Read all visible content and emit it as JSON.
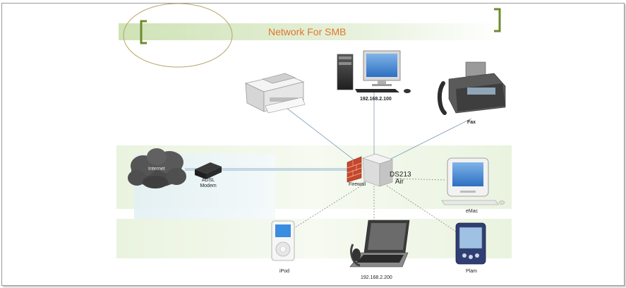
{
  "title": "Network For SMB",
  "nodes": {
    "pc": {
      "label": "192.168.2.100"
    },
    "fax": {
      "label": "Fax"
    },
    "internet": {
      "label": "Internet"
    },
    "modem": {
      "label": "ADSL Modem"
    },
    "firewall": {
      "label": "Firewall"
    },
    "nas": {
      "label": "DS213 Air"
    },
    "emac": {
      "label": "eMac"
    },
    "ipod": {
      "label": "iPod"
    },
    "laptop": {
      "label": "192.168.2.200"
    },
    "palm": {
      "label": "Plam"
    }
  },
  "colors": {
    "title": "#e0762a",
    "band": "#d6e8c0",
    "bracket": "#6e8b2d",
    "wired_link": "#6f8aa8",
    "wireless_link": "#888888"
  }
}
